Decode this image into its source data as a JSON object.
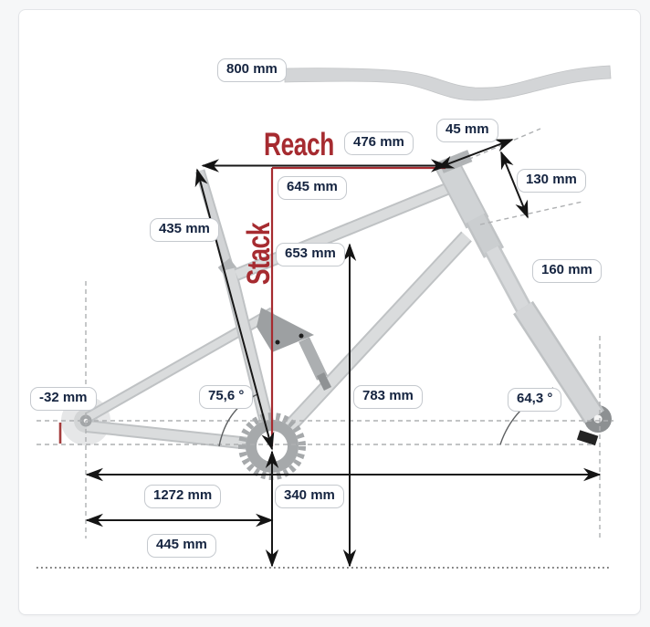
{
  "page": {
    "background": "#f6f7f8",
    "panel_background": "#ffffff"
  },
  "diagram": {
    "subject": "mountain-bike-frame-geometry",
    "accent_red": "#a62b30",
    "line_black": "#171717",
    "reach_word": "Reach",
    "stack_word": "Stack",
    "measurements": {
      "handlebar_width": "800 mm",
      "reach": "476 mm",
      "stem_length": "45 mm",
      "head_tube_length": "130 mm",
      "effective_top_tube": "645 mm",
      "seat_tube_length": "435 mm",
      "stack": "653 mm",
      "fork_travel": "160 mm",
      "bb_drop": "-32 mm",
      "seat_tube_angle": "75,6 °",
      "standover_height": "783 mm",
      "head_tube_angle": "64,3 °",
      "wheelbase": "1272 mm",
      "bb_height": "340 mm",
      "chainstay_length": "445 mm"
    }
  }
}
